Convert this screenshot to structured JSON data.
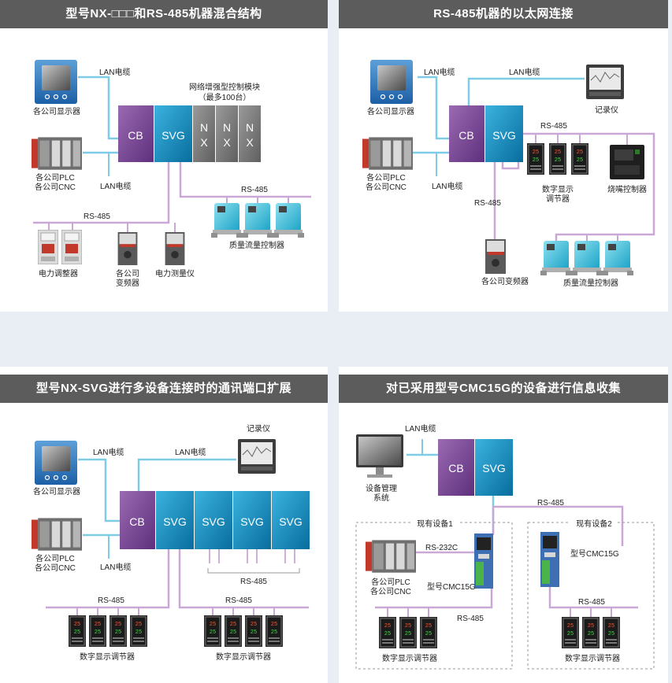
{
  "panels": [
    {
      "title": "型号NX-□□□和RS-485机器混合结构",
      "labels": {
        "lan1": "LAN电缆",
        "lan2": "LAN电缆",
        "display": "各公司显示器",
        "plc1": "各公司PLC",
        "plc2": "各公司CNC",
        "module1": "网络增强型控制模块",
        "module2": "（最多100台）",
        "cb": "CB",
        "svg": "SVG",
        "nx": [
          "N",
          "X"
        ],
        "rs485a": "RS-485",
        "rs485b": "RS-485",
        "mfc": "质量流量控制器",
        "power_reg": "电力调整器",
        "inverter1": "各公司",
        "inverter2": "变频器",
        "power_meter": "电力测量仪"
      }
    },
    {
      "title": "RS-485机器的以太网连接",
      "labels": {
        "lan1": "LAN电缆",
        "lan2": "LAN电缆",
        "lan3": "LAN电缆",
        "display": "各公司显示器",
        "plc1": "各公司PLC",
        "plc2": "各公司CNC",
        "recorder": "记录仪",
        "cb": "CB",
        "svg": "SVG",
        "rs485a": "RS-485",
        "rs485b": "RS-485",
        "digital1": "数字显示",
        "digital2": "调节器",
        "burner": "烧嘴控制器",
        "inverter": "各公司变频器",
        "mfc": "质量流量控制器"
      }
    },
    {
      "title": "型号NX-SVG进行多设备连接时的通讯端口扩展",
      "labels": {
        "lan1": "LAN电缆",
        "lan2": "LAN电缆",
        "lan3": "LAN电缆",
        "display": "各公司显示器",
        "plc1": "各公司PLC",
        "plc2": "各公司CNC",
        "recorder": "记录仪",
        "cb": "CB",
        "svg": "SVG",
        "rs485a": "RS-485",
        "rs485b": "RS-485",
        "rs485c": "RS-485",
        "digital_a": "数字显示调节器",
        "digital_b": "数字显示调节器"
      }
    },
    {
      "title": "对已采用型号CMC15G的设备进行信息收集",
      "labels": {
        "lan1": "LAN电缆",
        "mgmt1": "设备管理",
        "mgmt2": "系统",
        "cb": "CB",
        "svg": "SVG",
        "rs485a": "RS-485",
        "equip1": "现有设备1",
        "equip2": "现有设备2",
        "rs232c": "RS-232C",
        "plc1": "各公司PLC",
        "plc2": "各公司CNC",
        "cmc_a": "型号CMC15G",
        "cmc_b": "型号CMC15G",
        "rs485b": "RS-485",
        "rs485c": "RS-485",
        "digital_a": "数字显示调节器",
        "digital_b": "数字显示调节器"
      }
    }
  ],
  "colors": {
    "header_bg": "#5c5c5c",
    "lan": "#7ecbe6",
    "rs485": "#c9a8d6",
    "cb": "#7c4a97",
    "svg": "#0f8fc0",
    "nx": "#7a7a7a",
    "page_bg": "#e9eef4"
  }
}
